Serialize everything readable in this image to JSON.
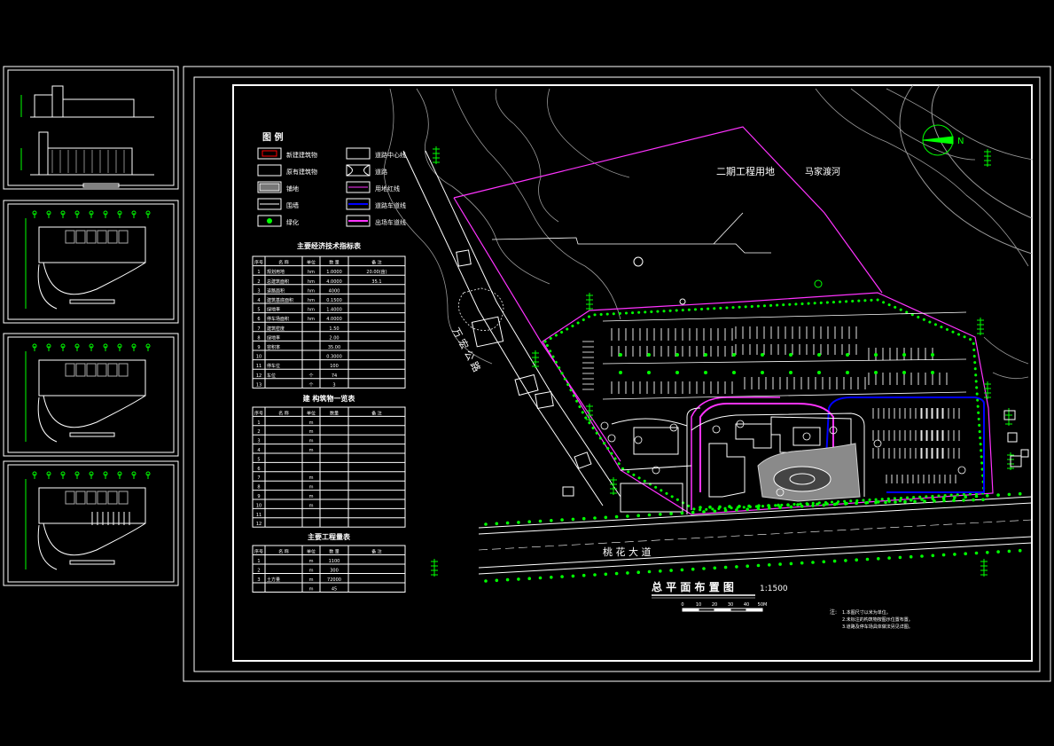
{
  "legend": {
    "title": "图  例",
    "left_items": [
      "新建建筑物",
      "原有建筑物",
      "铺地",
      "围墙",
      "绿化"
    ],
    "right_items": [
      "道路中心线",
      "道路",
      "用地红线",
      "道路车道线",
      "出场车道线"
    ]
  },
  "tech_table": {
    "title": "主要经济技术指标表",
    "headers": [
      "序号",
      "名  称",
      "单位",
      "数  量",
      "备  注"
    ],
    "rows": [
      [
        "1",
        "规划用地",
        "hm",
        "1.0000",
        "20.00(亩)"
      ],
      [
        "2",
        "总建筑面积",
        "hm",
        "4.0000",
        "35.1"
      ],
      [
        "3",
        "道路面积",
        "hm",
        "4000",
        ""
      ],
      [
        "4",
        "建筑基底面积",
        "hm",
        "0.1500",
        ""
      ],
      [
        "5",
        "绿地率",
        "hm",
        "1.4000",
        ""
      ],
      [
        "6",
        "停车场面积",
        "hm",
        "4.0000",
        ""
      ],
      [
        "7",
        "建筑密度",
        "",
        "1.50",
        ""
      ],
      [
        "8",
        "绿地率",
        "",
        "2.00",
        ""
      ],
      [
        "9",
        "容积率",
        "",
        "35.00",
        ""
      ],
      [
        "10",
        "",
        "",
        "0.3000",
        ""
      ],
      [
        "11",
        "停车位",
        "",
        "100",
        ""
      ],
      [
        "12",
        "车位",
        "个",
        "74",
        ""
      ],
      [
        "13",
        "",
        "个",
        "3",
        ""
      ]
    ]
  },
  "building_table": {
    "title": "建 构筑物一览表",
    "headers": [
      "序号",
      "名  称",
      "单位",
      "数量",
      "备  注"
    ],
    "rows": [
      [
        "1",
        "",
        "m",
        "",
        ""
      ],
      [
        "2",
        "",
        "m",
        "",
        ""
      ],
      [
        "3",
        "",
        "m",
        "",
        ""
      ],
      [
        "4",
        "",
        "m",
        "",
        ""
      ],
      [
        "5",
        "",
        "",
        "",
        ""
      ],
      [
        "6",
        "",
        "",
        "",
        ""
      ],
      [
        "7",
        "",
        "m",
        "",
        ""
      ],
      [
        "8",
        "",
        "m",
        "",
        ""
      ],
      [
        "9",
        "",
        "m",
        "",
        ""
      ],
      [
        "10",
        "",
        "m",
        "",
        ""
      ],
      [
        "11",
        "",
        "",
        "",
        ""
      ],
      [
        "12",
        "",
        "",
        "",
        ""
      ]
    ]
  },
  "works_table": {
    "title": "主要工程量表",
    "headers": [
      "序号",
      "名  称",
      "单位",
      "数  量",
      "备  注"
    ],
    "rows": [
      [
        "1",
        "",
        "m",
        "1100",
        ""
      ],
      [
        "2",
        "",
        "m",
        "300",
        ""
      ],
      [
        "3",
        "土方量",
        "m",
        "72000",
        ""
      ],
      [
        "",
        "",
        "m",
        "45",
        ""
      ]
    ]
  },
  "plan_labels": {
    "phase2": "二期工程用地",
    "river": "马家渡河",
    "road_main": "桃 花 大 道",
    "road_side": "万 宏 公 路",
    "north": "N"
  },
  "plan_title": "总 平 面 布 置 图",
  "plan_scale": "1:1500",
  "scale_ticks": [
    "0",
    "10",
    "20",
    "30",
    "40",
    "50M"
  ],
  "notes_head": "注:",
  "notes": [
    "1.本图尺寸以米为单位。",
    "2.未标注的构筑物按图示位置布置。",
    "3.道路及停车场具体做法另见详图。"
  ],
  "colors": {
    "background": "#000000",
    "frame": "#ffffff",
    "green": "#00ff00",
    "magenta": "#ff33ff",
    "blue": "#0000ff",
    "gray": "#bfbfbf"
  }
}
